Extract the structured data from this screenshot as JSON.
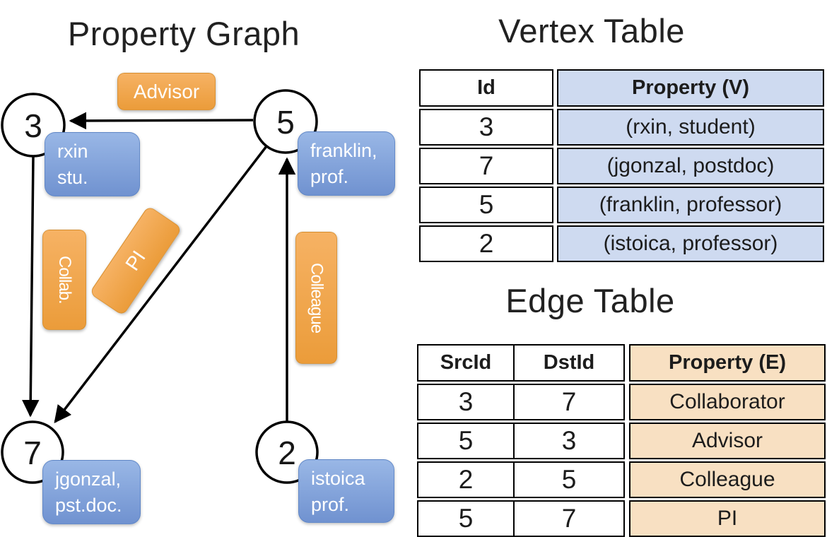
{
  "graph": {
    "title": "Property Graph",
    "nodes": [
      {
        "id": "3",
        "property_lines": [
          "rxin",
          "stu."
        ]
      },
      {
        "id": "5",
        "property_lines": [
          "franklin,",
          "prof."
        ]
      },
      {
        "id": "7",
        "property_lines": [
          "jgonzal,",
          "pst.doc."
        ]
      },
      {
        "id": "2",
        "property_lines": [
          "istoica",
          "prof."
        ]
      }
    ],
    "edge_labels": {
      "advisor": "Advisor",
      "collab": "Collab.",
      "pi": "PI",
      "colleague": "Colleague"
    }
  },
  "vertex_table": {
    "title": "Vertex Table",
    "columns": {
      "id": "Id",
      "property": "Property (V)"
    },
    "rows": [
      {
        "id": "3",
        "property": "(rxin, student)"
      },
      {
        "id": "7",
        "property": "(jgonzal, postdoc)"
      },
      {
        "id": "5",
        "property": "(franklin, professor)"
      },
      {
        "id": "2",
        "property": "(istoica, professor)"
      }
    ]
  },
  "edge_table": {
    "title": "Edge Table",
    "columns": {
      "src": "SrcId",
      "dst": "DstId",
      "property": "Property (E)"
    },
    "rows": [
      {
        "src": "3",
        "dst": "7",
        "property": "Collaborator"
      },
      {
        "src": "5",
        "dst": "3",
        "property": "Advisor"
      },
      {
        "src": "2",
        "dst": "5",
        "property": "Colleague"
      },
      {
        "src": "5",
        "dst": "7",
        "property": "PI"
      }
    ]
  },
  "colors": {
    "edge_label_orange": "#EB9C3A",
    "vertex_property_blue": "#7092D0",
    "vertex_table_fill": "#CEDAF0",
    "edge_table_fill": "#F8E0C2",
    "line_black": "#000000"
  }
}
